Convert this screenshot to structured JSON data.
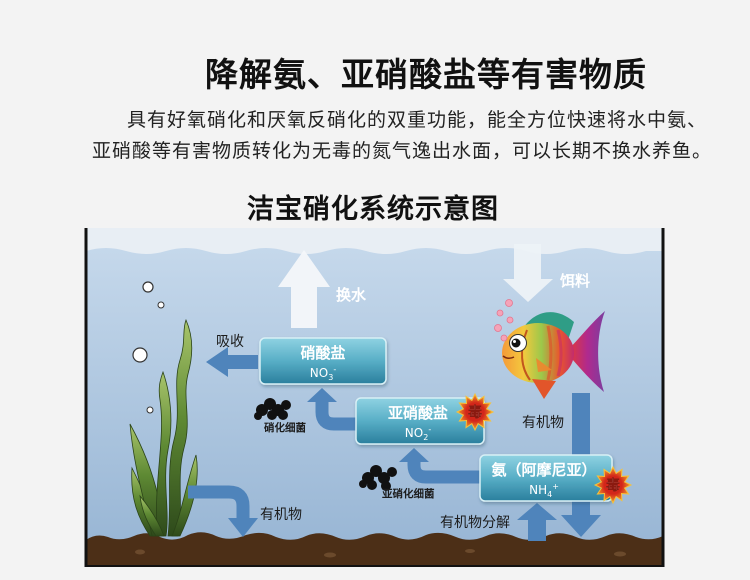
{
  "heading": {
    "title": "降解氨、亚硝酸盐等有害物质",
    "description": [
      "具有好氧硝化和厌氧反硝化的双重功能，能全方位快速将水中氨、",
      "亚硝酸等有害物质转化为无毒的氮气逸出水面，可以长期不换水养鱼。"
    ]
  },
  "diagram": {
    "title": "洁宝硝化系统示意图",
    "labels": {
      "water_change": "换水",
      "feed": "饵料",
      "absorb": "吸收",
      "organic_matter_fish": "有机物",
      "organic_matter_plant": "有机物",
      "organic_decomposition": "有机物分解",
      "nitrifying_bacteria": "硝化细菌",
      "nitrosifying_bacteria": "亚硝化细菌"
    },
    "nodes": [
      {
        "name": "硝酸盐",
        "formula": {
          "base": "NO",
          "sub": "3",
          "sup": "-"
        },
        "toxic": false
      },
      {
        "name": "亚硝酸盐",
        "formula": {
          "base": "NO",
          "sub": "2",
          "sup": "-"
        },
        "toxic": true
      },
      {
        "name": "氨（阿摩尼亚）",
        "formula": {
          "base": "NH",
          "sub": "4",
          "sup": "+"
        },
        "toxic": true
      }
    ],
    "toxic_badge": "毒"
  },
  "colors": {
    "water_top": "#c5d8eb",
    "water_bottom": "#97b5d4",
    "node_top": "#8fd2e2",
    "node_bottom": "#2a7f9d",
    "arrow": "#4f84bb",
    "substrate": "#4c2f17",
    "toxic": "#d3261a",
    "plant": "#5f8a34"
  }
}
